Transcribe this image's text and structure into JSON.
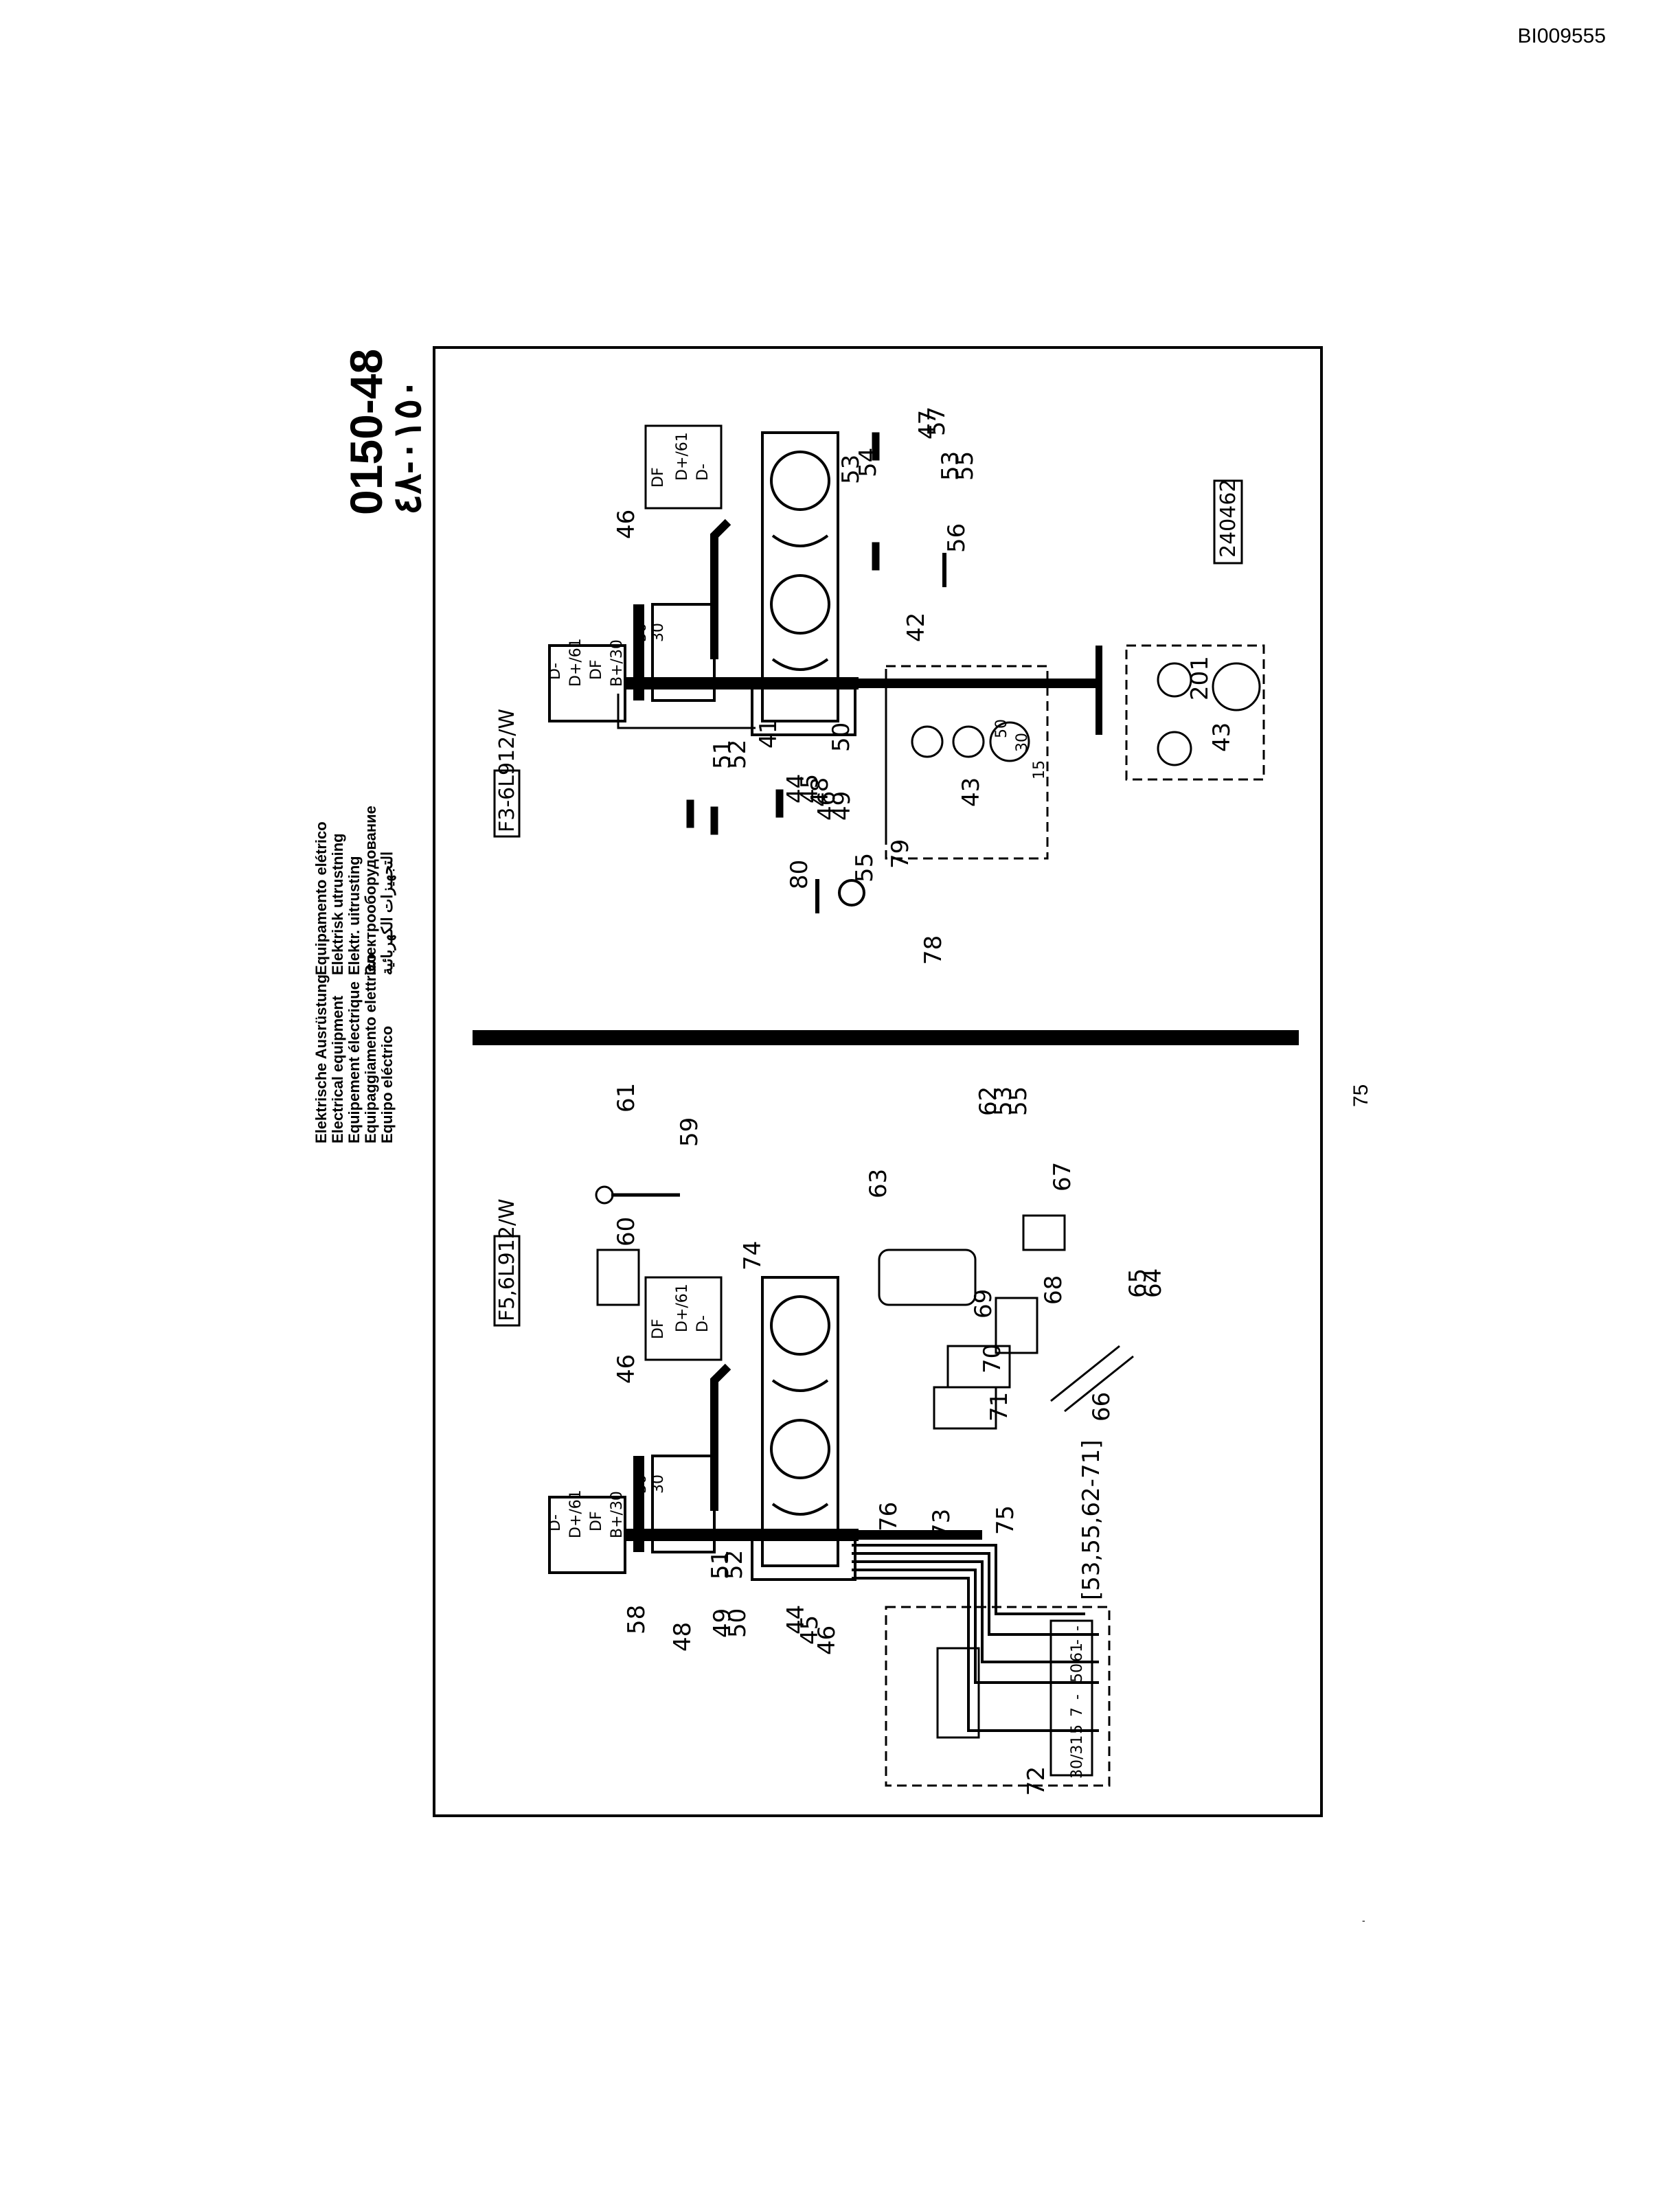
{
  "header": {
    "document_id": "BI009555"
  },
  "titles": {
    "left_block": [
      "Elektrische Ausrüstung",
      "Electrical equipment",
      "Equipement électrique",
      "Equipaggiamento elettrico",
      "Equipo eléctrico"
    ],
    "right_block": [
      "Equipamento elétrico",
      "Elektrisk utrustning",
      "Elektr. uitrusting",
      "Электрооборудование",
      "التجهيزات الكهربائية"
    ]
  },
  "group": {
    "code": "0150-48",
    "code_arabic": "٠١٥٠-٤٨"
  },
  "diagram_left": {
    "model_tag": "F5,6L912/W",
    "terminals_reg": [
      "D-",
      "D+/61",
      "DF",
      "B+/30"
    ],
    "terminal_50": "50",
    "terminal_30": "30",
    "terminals_gen": [
      "DF",
      "D+/61",
      "D-"
    ],
    "bracket_label": "[53,55,62-71]",
    "fusebox_terms": [
      "30/31",
      "5",
      "7",
      "-",
      "50",
      "61",
      "-",
      "-"
    ],
    "parts": [
      "46",
      "48",
      "49",
      "50",
      "51",
      "52",
      "44",
      "45",
      "46",
      "58",
      "59",
      "60",
      "61",
      "62",
      "53",
      "55",
      "63",
      "64",
      "65",
      "66",
      "67",
      "68",
      "69",
      "70",
      "71",
      "72",
      "73",
      "74",
      "75",
      "76"
    ]
  },
  "diagram_right": {
    "model_tag": "F3-6L912/W",
    "terminals_reg": [
      "D-",
      "D+/61",
      "DF",
      "B+/30"
    ],
    "terminal_50": "50",
    "terminal_30": "30",
    "terminals_gen": [
      "DF",
      "D+/61",
      "D-"
    ],
    "switch_terms": [
      "15",
      "50",
      "30"
    ],
    "figure_number": "240462",
    "parts": [
      "46",
      "53",
      "54",
      "57",
      "47",
      "53",
      "55",
      "56",
      "42",
      "41",
      "48",
      "49",
      "50",
      "51",
      "52",
      "44",
      "45",
      "46",
      "43",
      "80",
      "55",
      "78",
      "79",
      "201",
      "43"
    ]
  },
  "footer": {
    "page_number": "75"
  }
}
